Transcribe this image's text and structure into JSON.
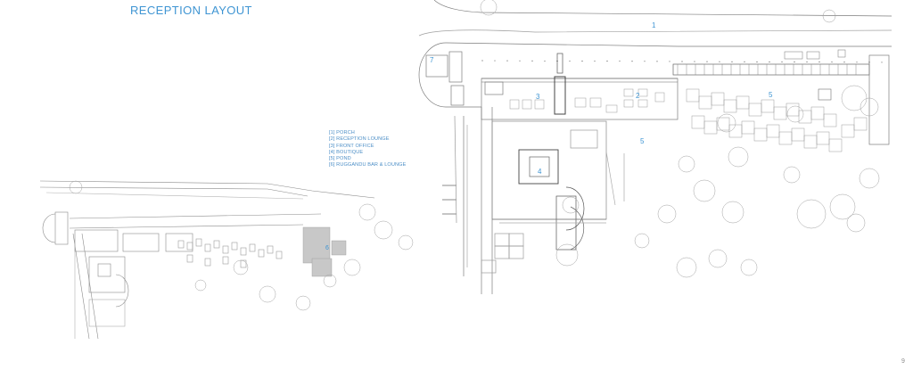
{
  "title": "RECEPTION LAYOUT",
  "legend": [
    "[1]  PORCH",
    "[2]  RECEPTION LOUNGE",
    "[3]  FRONT OFFICE",
    "[4]  BOUTIQUE",
    "[5]  POND",
    "[6]  RUGGANDU BAR & LOUNGE"
  ],
  "plan_labels": {
    "porch": "1",
    "reception_lounge": "2",
    "front_office": "3",
    "boutique": "4",
    "pond_a": "5",
    "pond_b": "5",
    "ruggandu": "6",
    "area_7": "7"
  },
  "page_number": "9",
  "colors": {
    "accent": "#3f95d3",
    "linework": "#7a7a7a",
    "tree": "#9a9a9a"
  }
}
